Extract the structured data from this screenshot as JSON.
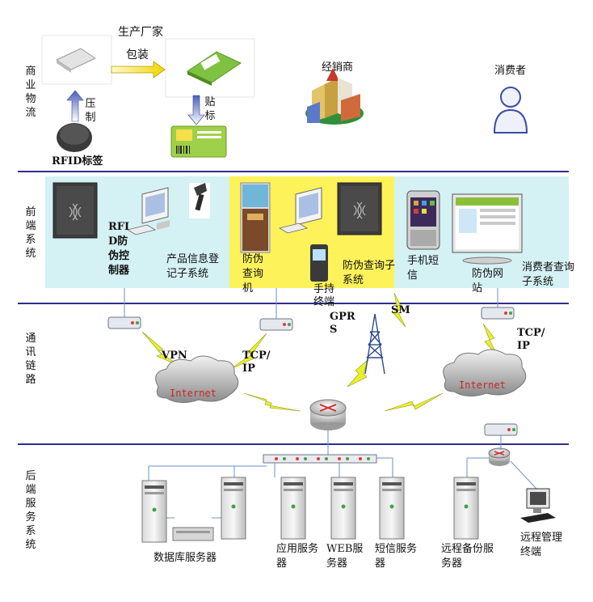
{
  "layers": {
    "logistics": "商业物流",
    "frontend": "前端系统",
    "comm": "通讯链路",
    "backend": "后端服务系统"
  },
  "logistics": {
    "manufacturer": "生产厂家",
    "package": "包装",
    "press": "压制",
    "stick": "贴标",
    "rfid_tag": "RFID标签",
    "distributor": "经销商",
    "consumer": "消费者"
  },
  "frontend": {
    "rfid_controller": "RFID防伪控制器",
    "product_register": "产品信息登记子系统",
    "anti_fake_machine": "防伪查询机",
    "handheld": "手持终端",
    "query_subsystem": "防伪查询子系统",
    "sms": "手机短信",
    "website": "防伪网站",
    "consumer_query": "消费者查询子系统"
  },
  "comm": {
    "vpn": "VPN",
    "tcpip_left": "TCP/IP",
    "gprs": "GPRS",
    "sm": "SM",
    "tcpip_right": "TCP/IP",
    "internet_left": "Internet",
    "internet_right": "Internet"
  },
  "backend": {
    "db_server": "数据库服务器",
    "app_server": "应用服务器",
    "web_server": "WEB服务器",
    "sms_server": "短信服务器",
    "backup_server": "远程备份服务器",
    "remote_terminal": "远程管理终端"
  },
  "colors": {
    "divider": "#2e2e8c",
    "panel_cyan": "#d4f1f4",
    "panel_yellow": "#fdf25a",
    "bolt": "#e8f02a"
  }
}
